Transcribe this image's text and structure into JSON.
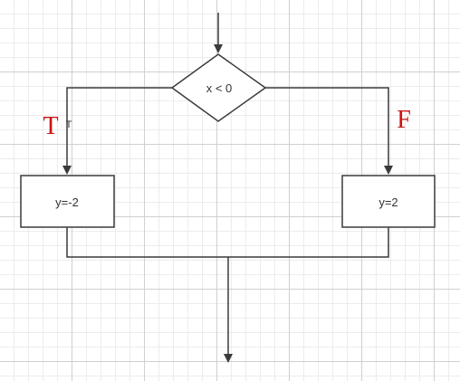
{
  "flowchart": {
    "decision": {
      "label": "x < 0"
    },
    "true_branch": {
      "edge_label": "T",
      "annotation": "T",
      "process_label": "y=-2"
    },
    "false_branch": {
      "annotation": "F",
      "process_label": "y=2"
    }
  },
  "colors": {
    "line": "#3a3a3a",
    "node_border": "#3a3a3a",
    "node_fill": "#ffffff",
    "annotation": "#cc1111"
  }
}
